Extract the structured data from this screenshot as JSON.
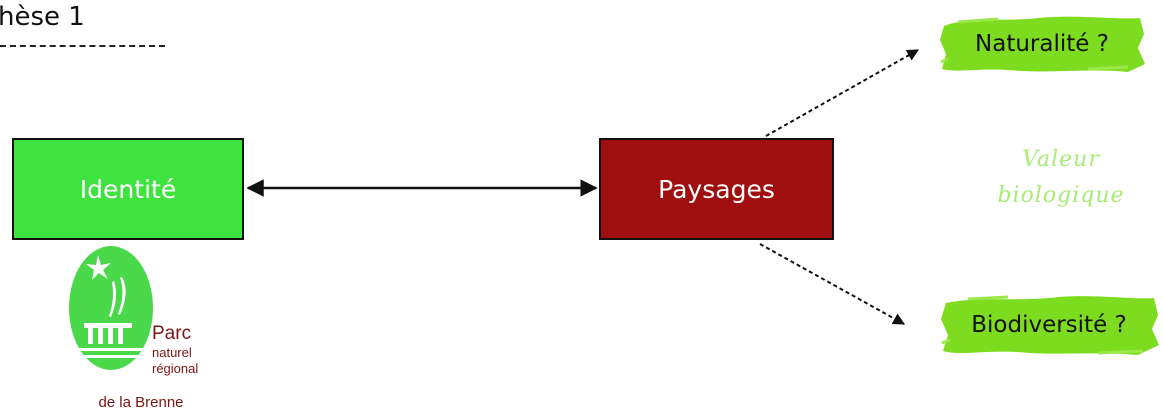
{
  "heading": {
    "text": "hèse 1"
  },
  "nodes": {
    "identite": "Identité",
    "paysages": "Paysages",
    "naturalite": "Naturalité ?",
    "biodiversite": "Biodiversité ?"
  },
  "annotation": {
    "line1": "Valeur",
    "line2": "biologique"
  },
  "logo": {
    "line1": "Parc",
    "line2": "naturel",
    "line3": "régional",
    "line4": "de la Brenne"
  },
  "colors": {
    "identite_fill": "#3fe33f",
    "paysages_fill": "#a00f0f",
    "tag_fill": "#7ddc1f",
    "annotation_text": "#a7ec75",
    "logo_text": "#7a1414"
  },
  "icons": [
    "park-logo-icon"
  ]
}
